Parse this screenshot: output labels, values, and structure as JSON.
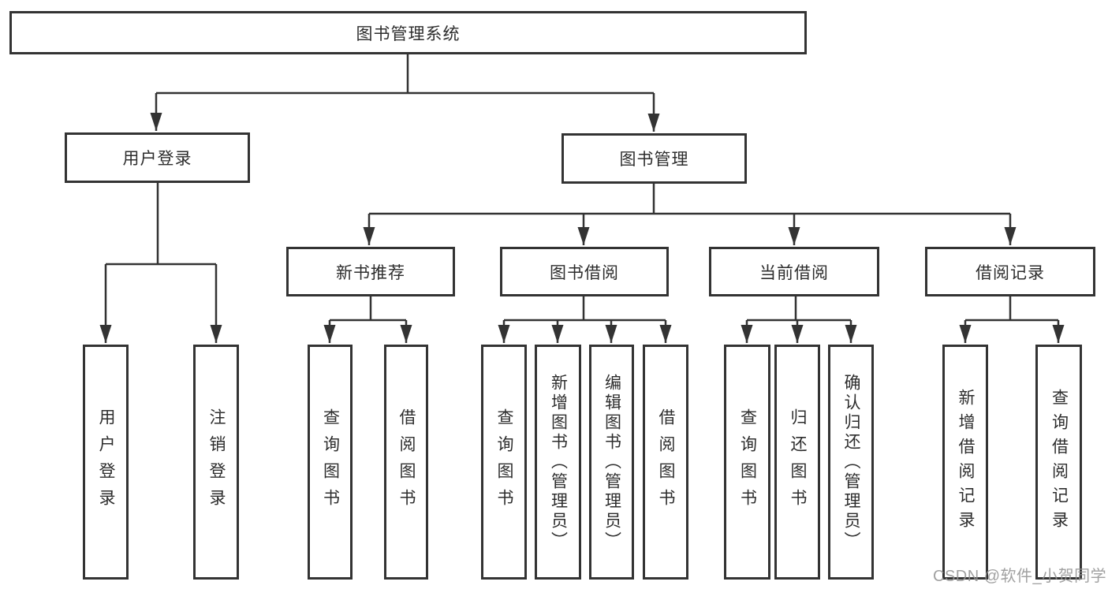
{
  "tree": {
    "label": "图书管理系统",
    "children": [
      {
        "label": "用户登录",
        "children": [
          {
            "label": "用户登录"
          },
          {
            "label": "注销登录"
          }
        ]
      },
      {
        "label": "图书管理",
        "children": [
          {
            "label": "新书推荐",
            "children": [
              {
                "label": "查询图书"
              },
              {
                "label": "借阅图书"
              }
            ]
          },
          {
            "label": "图书借阅",
            "children": [
              {
                "label": "查询图书"
              },
              {
                "label": "新增图书（管理员）"
              },
              {
                "label": "编辑图书（管理员）"
              },
              {
                "label": "借阅图书"
              }
            ]
          },
          {
            "label": "当前借阅",
            "children": [
              {
                "label": "查询图书"
              },
              {
                "label": "归还图书"
              },
              {
                "label": "确认归还（管理员）"
              }
            ]
          },
          {
            "label": "借阅记录",
            "children": [
              {
                "label": "新增借阅记录"
              },
              {
                "label": "查询借阅记录"
              }
            ]
          }
        ]
      }
    ]
  },
  "watermark": {
    "text": "CSDN @软件_小贺同学"
  },
  "colors": {
    "line": "#333333",
    "text": "#2d2d2d",
    "background": "#ffffff",
    "watermark": "#949494"
  }
}
